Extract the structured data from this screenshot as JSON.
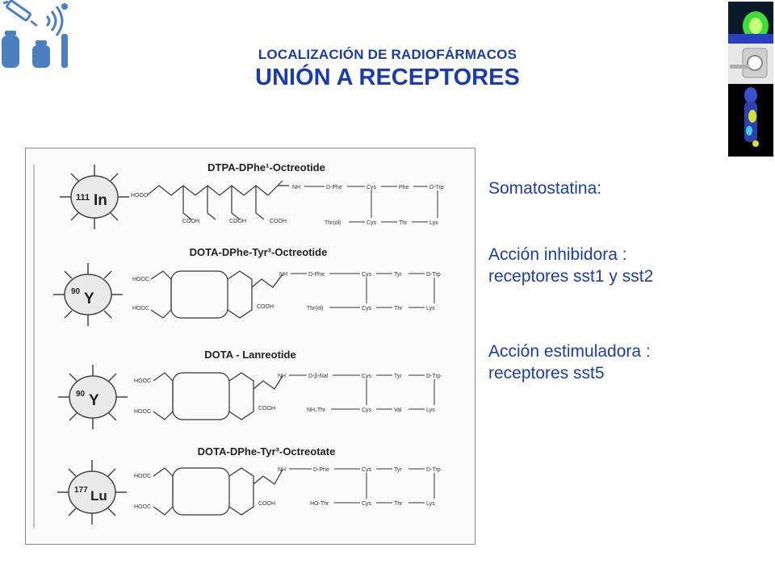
{
  "header": {
    "subtitle": "LOCALIZACIÓN DE RADIOFÁRMACOS",
    "title": "UNIÓN A RECEPTORES"
  },
  "diagram": {
    "compounds": [
      {
        "name": "DTPA-DPhe¹-Octreotide",
        "isotope_mass": "111",
        "isotope_symbol": "In",
        "left_labels": [
          "HOOC"
        ],
        "bottom_labels": [
          "COOH",
          "COOH",
          "COOH"
        ],
        "link_label": "NH",
        "peptide_top": [
          "D-Phe",
          "Cys",
          "Phe",
          "D-Trp"
        ],
        "peptide_bottom": [
          "Thr(ol)",
          "Cys",
          "Thr",
          "Lys"
        ]
      },
      {
        "name": "DOTA-DPhe-Tyr³-Octreotide",
        "isotope_mass": "90",
        "isotope_symbol": "Y",
        "left_labels": [
          "HOOC",
          "HOOC"
        ],
        "bottom_labels": [
          "COOH"
        ],
        "link_label": "NH",
        "peptide_top": [
          "D-Phe",
          "Cys",
          "Tyr",
          "D-Trp"
        ],
        "peptide_bottom": [
          "Thr(ol)",
          "Cys",
          "Thr",
          "Lys"
        ]
      },
      {
        "name": "DOTA - Lanreotide",
        "isotope_mass": "90",
        "isotope_symbol": "Y",
        "left_labels": [
          "HOOC",
          "HOOC"
        ],
        "bottom_labels": [
          "COOH"
        ],
        "link_label": "NH",
        "peptide_top": [
          "D-β-Nal",
          "Cys",
          "Tyr",
          "D-Trp"
        ],
        "peptide_bottom": [
          "NH₂Thr",
          "Cys",
          "Val",
          "Lys"
        ]
      },
      {
        "name": "DOTA-DPhe-Tyr³-Octreotate",
        "isotope_mass": "177",
        "isotope_symbol": "Lu",
        "left_labels": [
          "HOOC",
          "HOOC"
        ],
        "bottom_labels": [
          "COOH"
        ],
        "link_label": "NH",
        "peptide_top": [
          "D-Phe",
          "Cys",
          "Tyr",
          "D-Trp"
        ],
        "peptide_bottom": [
          "HO-Thr",
          "Cys",
          "Thr",
          "Lys"
        ]
      }
    ]
  },
  "panel": {
    "p1": "Somatostatina:",
    "p2_line1": "Acción inhibidora :",
    "p2_line2": "receptores  sst1 y sst2",
    "p3_line1": "Acción  estimuladora :",
    "p3_line2": "receptores sst5"
  },
  "colors": {
    "title": "#1a3cb0",
    "text": "#1a3cb0",
    "logo": "#4a7fc0"
  },
  "icons": [
    "syringe-icon",
    "signal-waves-icon",
    "vial-icon"
  ]
}
